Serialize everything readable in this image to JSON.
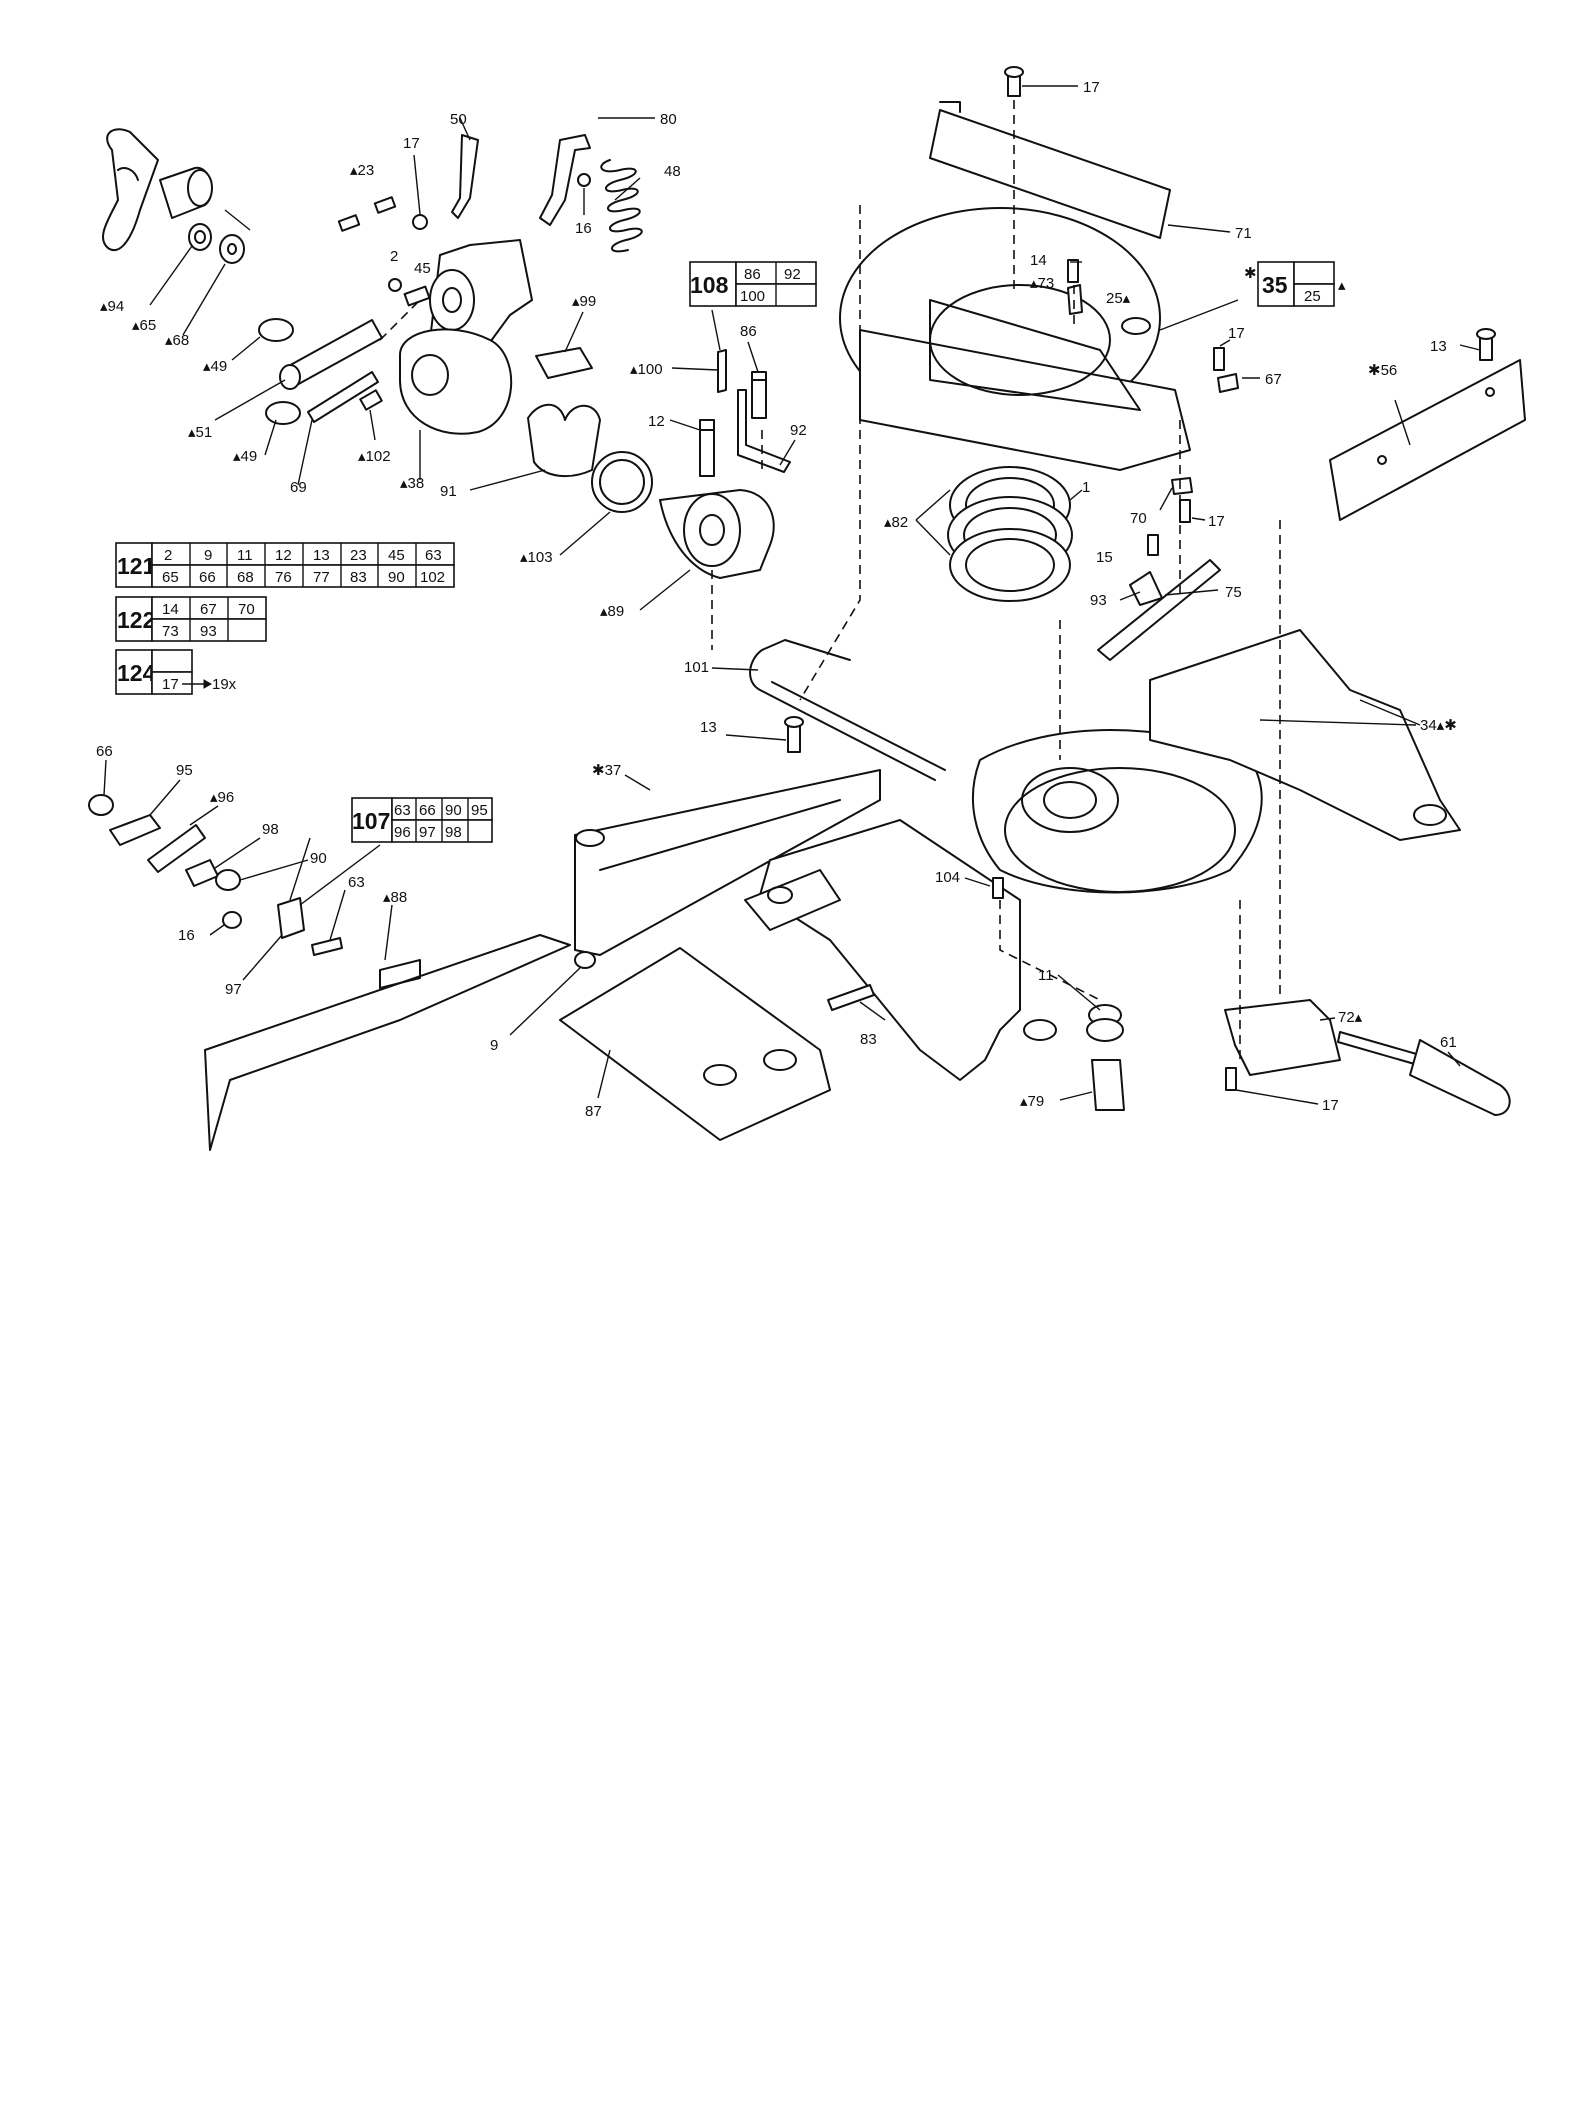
{
  "callouts": [
    {
      "id": "c17a",
      "text": "17"
    },
    {
      "id": "c80",
      "text": "80"
    },
    {
      "id": "c50",
      "text": "50"
    },
    {
      "id": "c17b",
      "text": "17"
    },
    {
      "id": "c48",
      "text": "48"
    },
    {
      "id": "c16a",
      "text": "16"
    },
    {
      "id": "c23",
      "text": "▴23"
    },
    {
      "id": "c2",
      "text": "2"
    },
    {
      "id": "c45",
      "text": "45"
    },
    {
      "id": "c94",
      "text": "▴94"
    },
    {
      "id": "c65",
      "text": "▴65"
    },
    {
      "id": "c68",
      "text": "▴68"
    },
    {
      "id": "c49a",
      "text": "▴49"
    },
    {
      "id": "c51",
      "text": "▴51"
    },
    {
      "id": "c49b",
      "text": "▴49"
    },
    {
      "id": "c69",
      "text": "69"
    },
    {
      "id": "c102",
      "text": "▴102"
    },
    {
      "id": "c38",
      "text": "▴38"
    },
    {
      "id": "c99",
      "text": "▴99"
    },
    {
      "id": "c91",
      "text": "91"
    },
    {
      "id": "c103",
      "text": "▴103"
    },
    {
      "id": "c89",
      "text": "▴89"
    },
    {
      "id": "c100",
      "text": "▴100"
    },
    {
      "id": "c86",
      "text": "86"
    },
    {
      "id": "c12",
      "text": "12"
    },
    {
      "id": "c92",
      "text": "92"
    },
    {
      "id": "c71",
      "text": "71"
    },
    {
      "id": "c14",
      "text": "14"
    },
    {
      "id": "c73",
      "text": "▴73"
    },
    {
      "id": "c25",
      "text": "25▴"
    },
    {
      "id": "c17c",
      "text": "17"
    },
    {
      "id": "c67",
      "text": "67"
    },
    {
      "id": "c13a",
      "text": "13"
    },
    {
      "id": "c56",
      "text": "✱56"
    },
    {
      "id": "c82",
      "text": "▴82"
    },
    {
      "id": "c1",
      "text": "1"
    },
    {
      "id": "c70",
      "text": "70"
    },
    {
      "id": "c17d",
      "text": "17"
    },
    {
      "id": "c15",
      "text": "15"
    },
    {
      "id": "c93",
      "text": "93"
    },
    {
      "id": "c75",
      "text": "75"
    },
    {
      "id": "c101",
      "text": "101"
    },
    {
      "id": "c13b",
      "text": "13"
    },
    {
      "id": "c34",
      "text": "34▴✱"
    },
    {
      "id": "c37",
      "text": "✱37"
    },
    {
      "id": "c66",
      "text": "66"
    },
    {
      "id": "c95",
      "text": "95"
    },
    {
      "id": "c96",
      "text": "▴96"
    },
    {
      "id": "c98",
      "text": "98"
    },
    {
      "id": "c90",
      "text": "90"
    },
    {
      "id": "c63",
      "text": "63"
    },
    {
      "id": "c88",
      "text": "▴88"
    },
    {
      "id": "c16b",
      "text": "16"
    },
    {
      "id": "c97",
      "text": "97"
    },
    {
      "id": "c104",
      "text": "104"
    },
    {
      "id": "c11",
      "text": "11"
    },
    {
      "id": "c72",
      "text": "72▴"
    },
    {
      "id": "c61",
      "text": "61"
    },
    {
      "id": "c9",
      "text": "9"
    },
    {
      "id": "c83",
      "text": "83"
    },
    {
      "id": "c87",
      "text": "87"
    },
    {
      "id": "c79",
      "text": "▴79"
    },
    {
      "id": "c17e",
      "text": "17"
    }
  ],
  "kits": {
    "k121": {
      "number": "121",
      "row1": [
        "2",
        "9",
        "11",
        "12",
        "13",
        "23",
        "45",
        "63"
      ],
      "row2": [
        "65",
        "66",
        "68",
        "76",
        "77",
        "83",
        "90",
        "102"
      ]
    },
    "k122": {
      "number": "122",
      "row1": [
        "14",
        "67",
        "70"
      ],
      "row2": [
        "73",
        "93",
        ""
      ]
    },
    "k124": {
      "number": "124",
      "row1": [
        ""
      ],
      "row2": [
        "17"
      ],
      "note": "19x"
    },
    "k108": {
      "number": "108",
      "row1": [
        "86",
        "92"
      ],
      "row2": [
        "100",
        ""
      ]
    },
    "k107": {
      "number": "107",
      "row1": [
        "63",
        "66",
        "90",
        "95"
      ],
      "row2": [
        "96",
        "97",
        "98"
      ]
    },
    "k35": {
      "prefix": "✱",
      "number": "35",
      "row1": [
        ""
      ],
      "row2": [
        "25"
      ],
      "suffix": "▴"
    }
  }
}
